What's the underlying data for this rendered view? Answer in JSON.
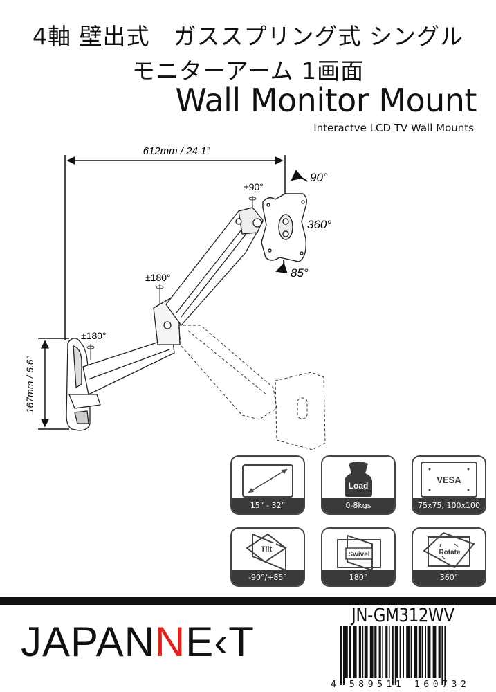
{
  "header": {
    "title_jp_line1": "4軸 壁出式　ガススプリング式 シングル",
    "title_jp_line2": "モニターアーム 1画面",
    "title_en": "Wall Monitor Mount",
    "subtitle_en": "Interactve LCD TV Wall Mounts"
  },
  "diagram": {
    "reach_label": "612mm / 24.1”",
    "height_label": "167mm / 6.6”",
    "wall_joint_rotation": "±180°",
    "elbow_rotation": "±180°",
    "head_swivel": "±90°",
    "tilt_up": "90°",
    "rotation": "360°",
    "tilt_down": "85°"
  },
  "specs": [
    {
      "name": "screen-size",
      "icon": "diagonal-screen-icon",
      "label": "",
      "value": "15” - 32”"
    },
    {
      "name": "load",
      "icon": "weight-icon",
      "label": "Load",
      "value": "0-8kgs"
    },
    {
      "name": "vesa",
      "icon": "vesa-plate-icon",
      "label": "VESA",
      "value": "75x75, 100x100"
    },
    {
      "name": "tilt",
      "icon": "tilt-icon",
      "label": "Tilt",
      "value": "-90°/+85°"
    },
    {
      "name": "swivel",
      "icon": "swivel-icon",
      "label": "Swivel",
      "value": "180°"
    },
    {
      "name": "rotate",
      "icon": "rotate-icon",
      "label": "Rotate",
      "value": "360°"
    }
  ],
  "footer": {
    "brand_prefix": "JAPAN",
    "brand_highlight": "N",
    "brand_suffix": "E‹T",
    "model": "JN-GM312WV",
    "barcode_number": "4 589511 160732",
    "brand_color": "#e3231b"
  }
}
